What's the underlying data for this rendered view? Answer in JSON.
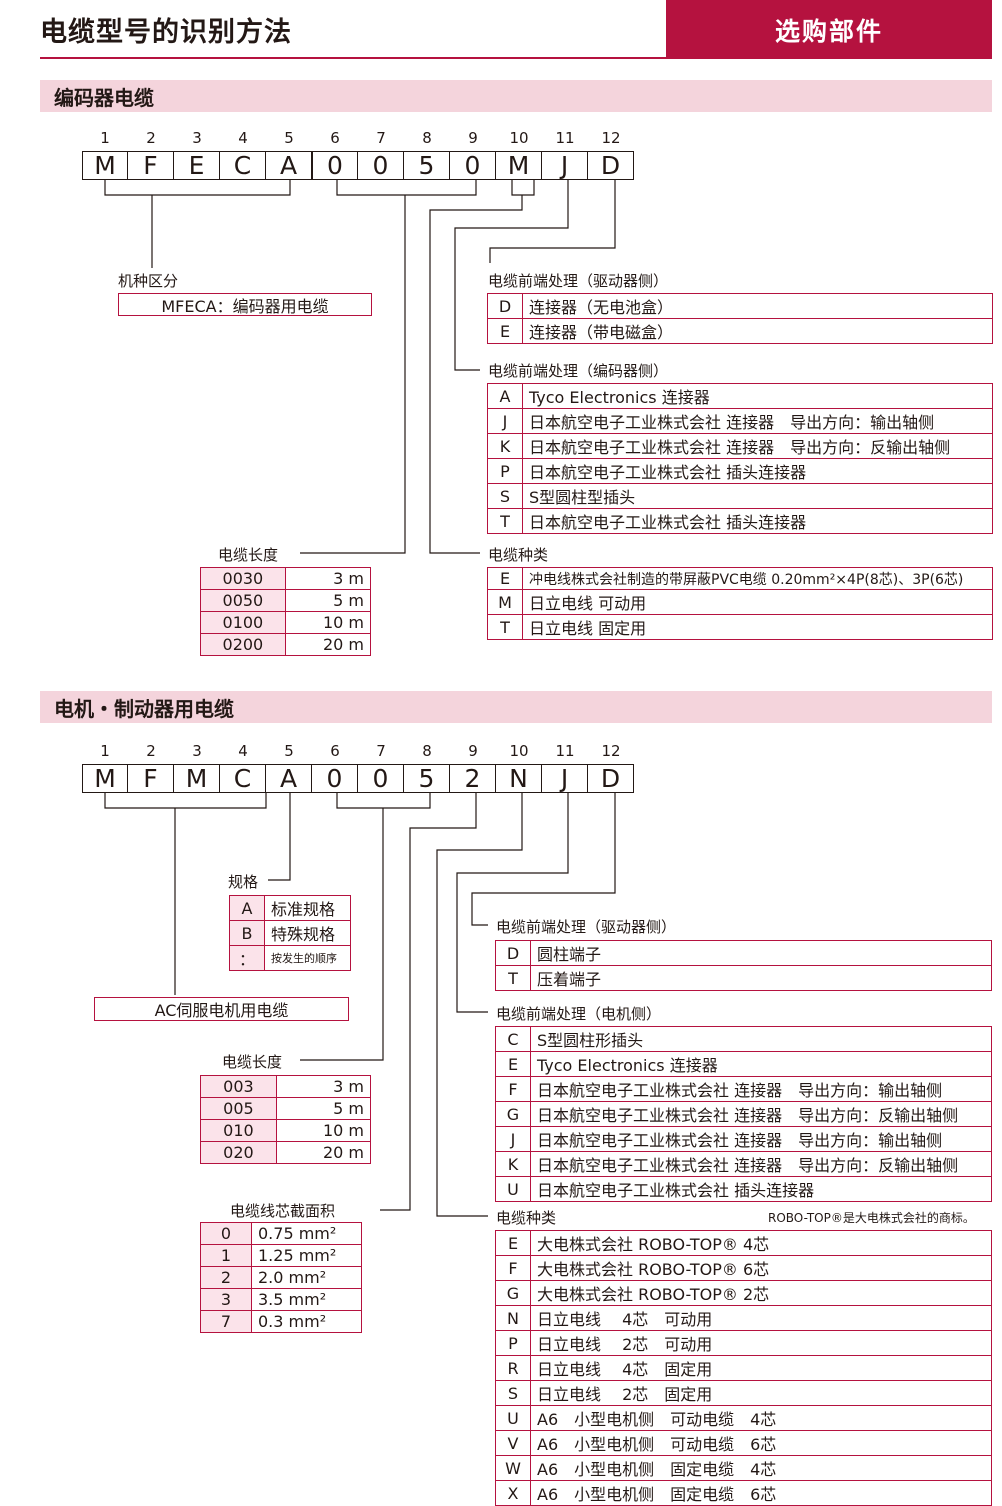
{
  "page_title": "电缆型号的识别方法",
  "badge": "选购部件",
  "section1": {
    "title": "编码器电缆",
    "indices": [
      "1",
      "2",
      "3",
      "4",
      "5",
      "6",
      "7",
      "8",
      "9",
      "10",
      "11",
      "12"
    ],
    "chars": [
      "M",
      "F",
      "E",
      "C",
      "A",
      "0",
      "0",
      "5",
      "0",
      "M",
      "J",
      "D"
    ],
    "type_label": "机种区分",
    "type_value": "MFECA：编码器用电缆",
    "length_label": "电缆长度",
    "lengths": [
      [
        "0030",
        "3 m"
      ],
      [
        "0050",
        "5 m"
      ],
      [
        "0100",
        "10 m"
      ],
      [
        "0200",
        "20 m"
      ]
    ],
    "drive_label": "电缆前端处理（驱动器侧）",
    "drive": [
      [
        "D",
        "连接器（无电池盒）"
      ],
      [
        "E",
        "连接器（带电磁盒）"
      ]
    ],
    "enc_label": "电缆前端处理（编码器侧）",
    "enc": [
      [
        "A",
        "Tyco Electronics 连接器"
      ],
      [
        "J",
        "日本航空电子工业株式会社 连接器　导出方向：输出轴侧"
      ],
      [
        "K",
        "日本航空电子工业株式会社 连接器　导出方向：反输出轴侧"
      ],
      [
        "P",
        "日本航空电子工业株式会社 插头连接器"
      ],
      [
        "S",
        "S型圆柱型插头"
      ],
      [
        "T",
        "日本航空电子工业株式会社 插头连接器"
      ]
    ],
    "kind_label": "电缆种类",
    "kind": [
      [
        "E",
        "冲电线株式会社制造的带屏蔽PVC电缆 0.20mm²×4P(8芯)、3P(6芯)"
      ],
      [
        "M",
        "日立电线 可动用"
      ],
      [
        "T",
        "日立电线 固定用"
      ]
    ]
  },
  "section2": {
    "title": "电机・制动器用电缆",
    "indices": [
      "1",
      "2",
      "3",
      "4",
      "5",
      "6",
      "7",
      "8",
      "9",
      "10",
      "11",
      "12"
    ],
    "chars": [
      "M",
      "F",
      "M",
      "C",
      "A",
      "0",
      "0",
      "5",
      "2",
      "N",
      "J",
      "D"
    ],
    "spec_label": "规格",
    "spec": [
      [
        "A",
        "标准规格"
      ],
      [
        "B",
        "特殊规格"
      ],
      [
        "：",
        "按发生的顺序"
      ]
    ],
    "type_value": "AC伺服电机用电缆",
    "length_label": "电缆长度",
    "lengths": [
      [
        "003",
        "3 m"
      ],
      [
        "005",
        "5 m"
      ],
      [
        "010",
        "10 m"
      ],
      [
        "020",
        "20 m"
      ]
    ],
    "area_label": "电缆线芯截面积",
    "areas": [
      [
        "0",
        "0.75 mm²"
      ],
      [
        "1",
        "1.25 mm²"
      ],
      [
        "2",
        "2.0 mm²"
      ],
      [
        "3",
        "3.5 mm²"
      ],
      [
        "7",
        "0.3 mm²"
      ]
    ],
    "drive_label": "电缆前端处理（驱动器侧）",
    "drive": [
      [
        "D",
        "圆柱端子"
      ],
      [
        "T",
        "压着端子"
      ]
    ],
    "motor_label": "电缆前端处理（电机侧）",
    "motor": [
      [
        "C",
        "S型圆柱形插头"
      ],
      [
        "E",
        "Tyco Electronics 连接器"
      ],
      [
        "F",
        "日本航空电子工业株式会社 连接器　导出方向：输出轴侧"
      ],
      [
        "G",
        "日本航空电子工业株式会社 连接器　导出方向：反输出轴侧"
      ],
      [
        "J",
        "日本航空电子工业株式会社 连接器　导出方向：输出轴侧"
      ],
      [
        "K",
        "日本航空电子工业株式会社 连接器　导出方向：反输出轴侧"
      ],
      [
        "U",
        "日本航空电子工业株式会社 插头连接器"
      ]
    ],
    "kind_label": "电缆种类",
    "trademark_note": "ROBO-TOP®是大电株式会社的商标。",
    "kind": [
      [
        "E",
        "大电株式会社 ROBO-TOP® 4芯"
      ],
      [
        "F",
        "大电株式会社 ROBO-TOP® 6芯"
      ],
      [
        "G",
        "大电株式会社 ROBO-TOP® 2芯"
      ],
      [
        "N",
        "日立电线　 4芯　可动用"
      ],
      [
        "P",
        "日立电线　 2芯　可动用"
      ],
      [
        "R",
        "日立电线　 4芯　固定用"
      ],
      [
        "S",
        "日立电线　 2芯　固定用"
      ],
      [
        "U",
        "A6　小型电机侧　可动电缆　4芯"
      ],
      [
        "V",
        "A6　小型电机侧　可动电缆　6芯"
      ],
      [
        "W",
        "A6　小型电机侧　固定电缆　4芯"
      ],
      [
        "X",
        "A6　小型电机侧　固定电缆　6芯"
      ]
    ]
  }
}
